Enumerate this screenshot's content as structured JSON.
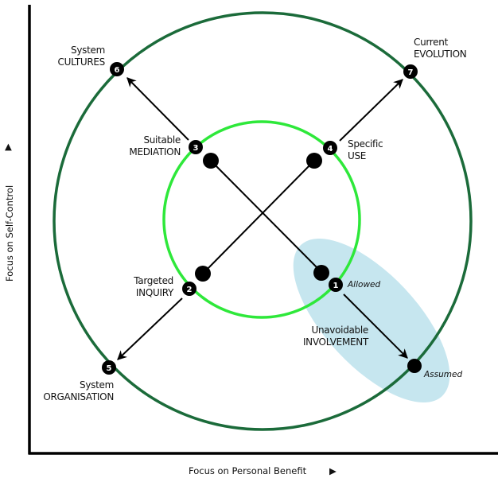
{
  "diagram": {
    "axes": {
      "x_label": "Focus on Personal Benefit",
      "y_label": "Focus on Self-Control",
      "x_arrow_glyph": "▶",
      "y_arrow_glyph": "▲"
    },
    "colors": {
      "outer_circle": "#1b6b3a",
      "inner_circle": "#2ee83a",
      "highlight_ellipse": "#c6e6ef",
      "marker": "#000000",
      "axis": "#000000"
    },
    "nodes": [
      {
        "id": "1",
        "number": "1",
        "label_line1": "",
        "label_line2": "",
        "note": "Allowed"
      },
      {
        "id": "2",
        "number": "2",
        "label_line1": "Targeted",
        "label_line2": "INQUIRY"
      },
      {
        "id": "3",
        "number": "3",
        "label_line1": "Suitable",
        "label_line2": "MEDIATION"
      },
      {
        "id": "4",
        "number": "4",
        "label_line1": "Specific",
        "label_line2": "USE"
      },
      {
        "id": "5",
        "number": "5",
        "label_line1": "System",
        "label_line2": "ORGANISATION"
      },
      {
        "id": "6",
        "number": "6",
        "label_line1": "System",
        "label_line2": "CULTURES"
      },
      {
        "id": "7",
        "number": "7",
        "label_line1": "Current",
        "label_line2": "EVOLUTION"
      }
    ],
    "involvement": {
      "label_line1": "Unavoidable",
      "label_line2": "INVOLVEMENT",
      "assumed_note": "Assumed"
    }
  }
}
